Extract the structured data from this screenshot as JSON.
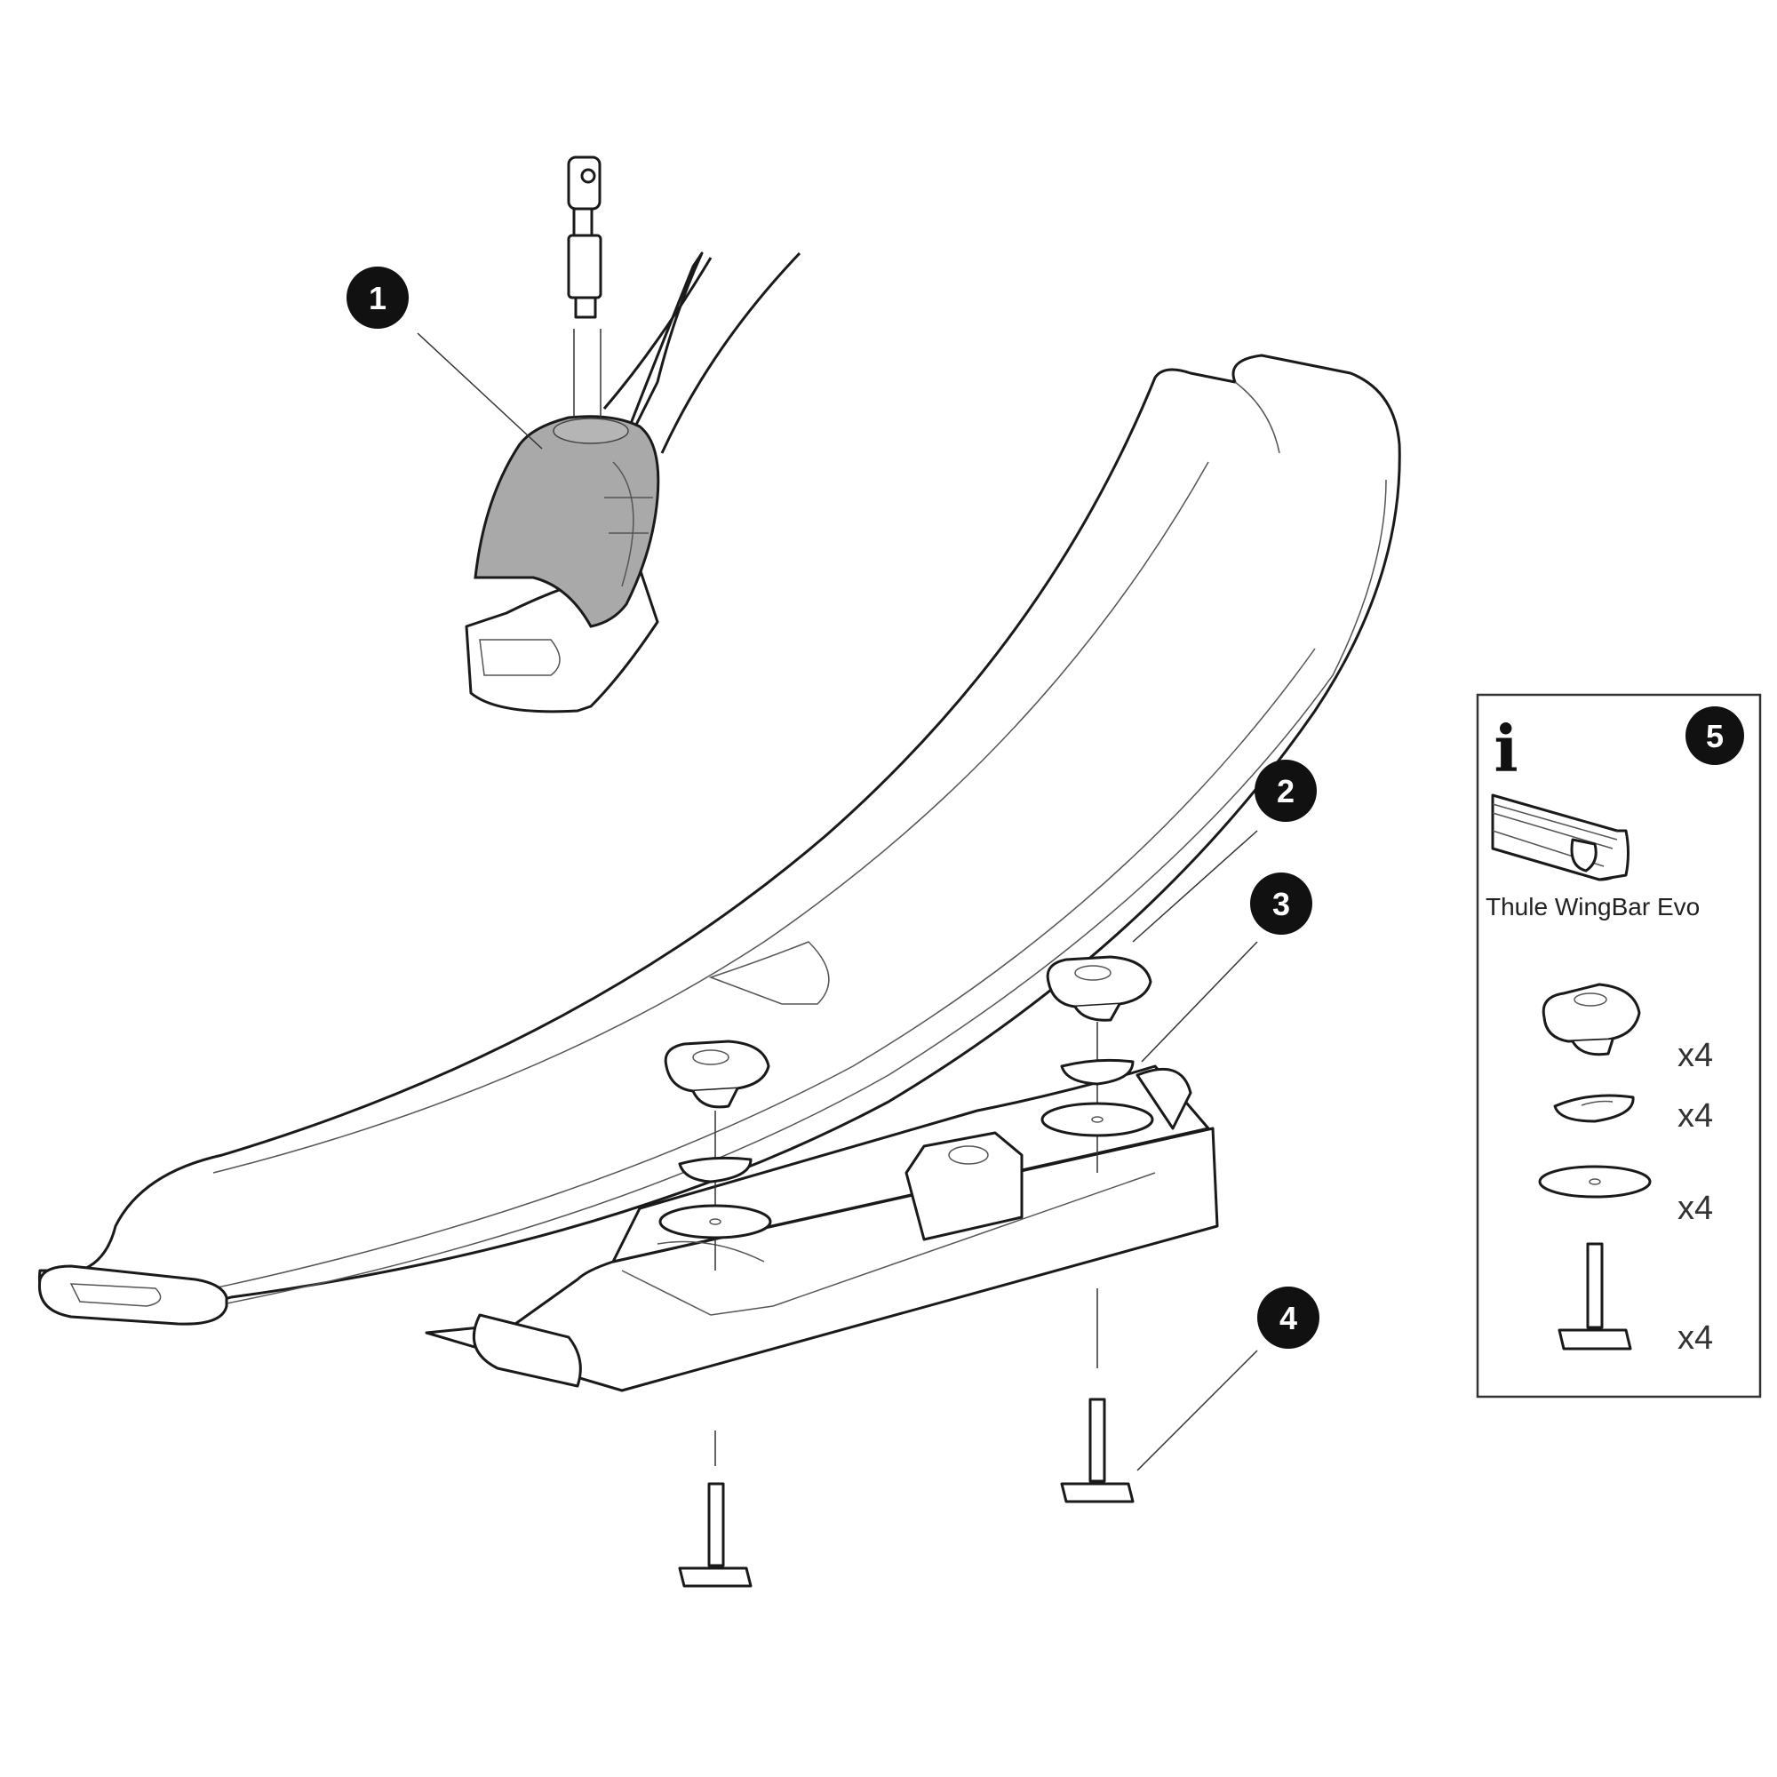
{
  "callouts": {
    "c1": "1",
    "c2": "2",
    "c3": "3",
    "c4": "4",
    "c5": "5"
  },
  "info_box": {
    "info_symbol": "i",
    "bar_name": "Thule WingBar Evo",
    "quantities": {
      "knob": "x4",
      "washer_curved": "x4",
      "washer_flat": "x4",
      "t_bolt": "x4"
    }
  },
  "colors": {
    "callout_fill": "#111111",
    "lock_cover": "#a9a9a9",
    "line": "#1a1a1a"
  }
}
